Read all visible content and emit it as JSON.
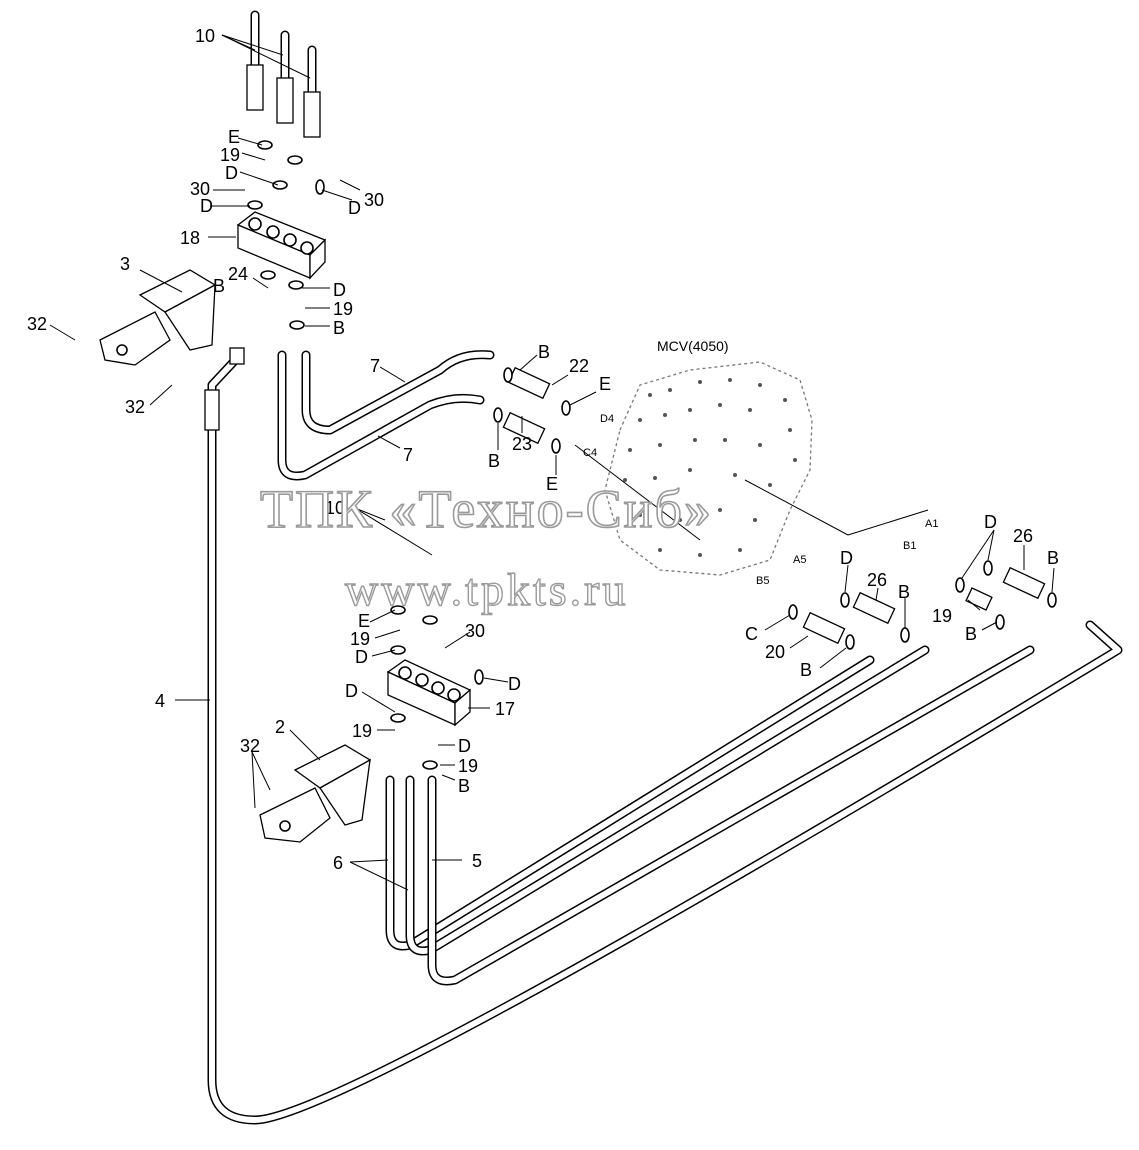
{
  "watermark": {
    "company": "ТПК «Техно-Сиб»",
    "url": "www.tpkts.ru"
  },
  "component_title": "MCV(4050)",
  "port_labels": [
    "D4",
    "C4",
    "A1",
    "B1",
    "A5",
    "B5"
  ],
  "callouts": {
    "p10_top": "10",
    "p10_mid": "10",
    "e_top": "E",
    "p19_top": "19",
    "d_top1": "D",
    "p30_left": "30",
    "d_top2": "D",
    "d_top3": "D",
    "p30_right": "30",
    "p18": "18",
    "p3": "3",
    "p24": "24",
    "b_top": "B",
    "d_top4": "D",
    "p19_top2": "19",
    "b_top2": "B",
    "p32_a": "32",
    "p32_b": "32",
    "p7_a": "7",
    "p7_b": "7",
    "b_22": "B",
    "p22": "22",
    "e_22": "E",
    "b_23": "B",
    "p23": "23",
    "e_23": "E",
    "d_a1": "D",
    "p26_a": "26",
    "b_a1": "B",
    "d_a5": "D",
    "p26_b": "26",
    "b_a5": "B",
    "p19_right": "19",
    "b_right": "B",
    "c_b5": "C",
    "p20": "20",
    "b_b5": "B",
    "e_mid": "E",
    "p19_mid": "19",
    "d_mid1": "D",
    "p30_mid": "30",
    "d_mid2": "D",
    "p17": "17",
    "d_mid3": "D",
    "p19_mid2": "19",
    "d_mid4": "D",
    "p19_mid3": "19",
    "b_mid": "B",
    "p2": "2",
    "p32_c": "32",
    "p4": "4",
    "p6": "6",
    "p5": "5"
  }
}
